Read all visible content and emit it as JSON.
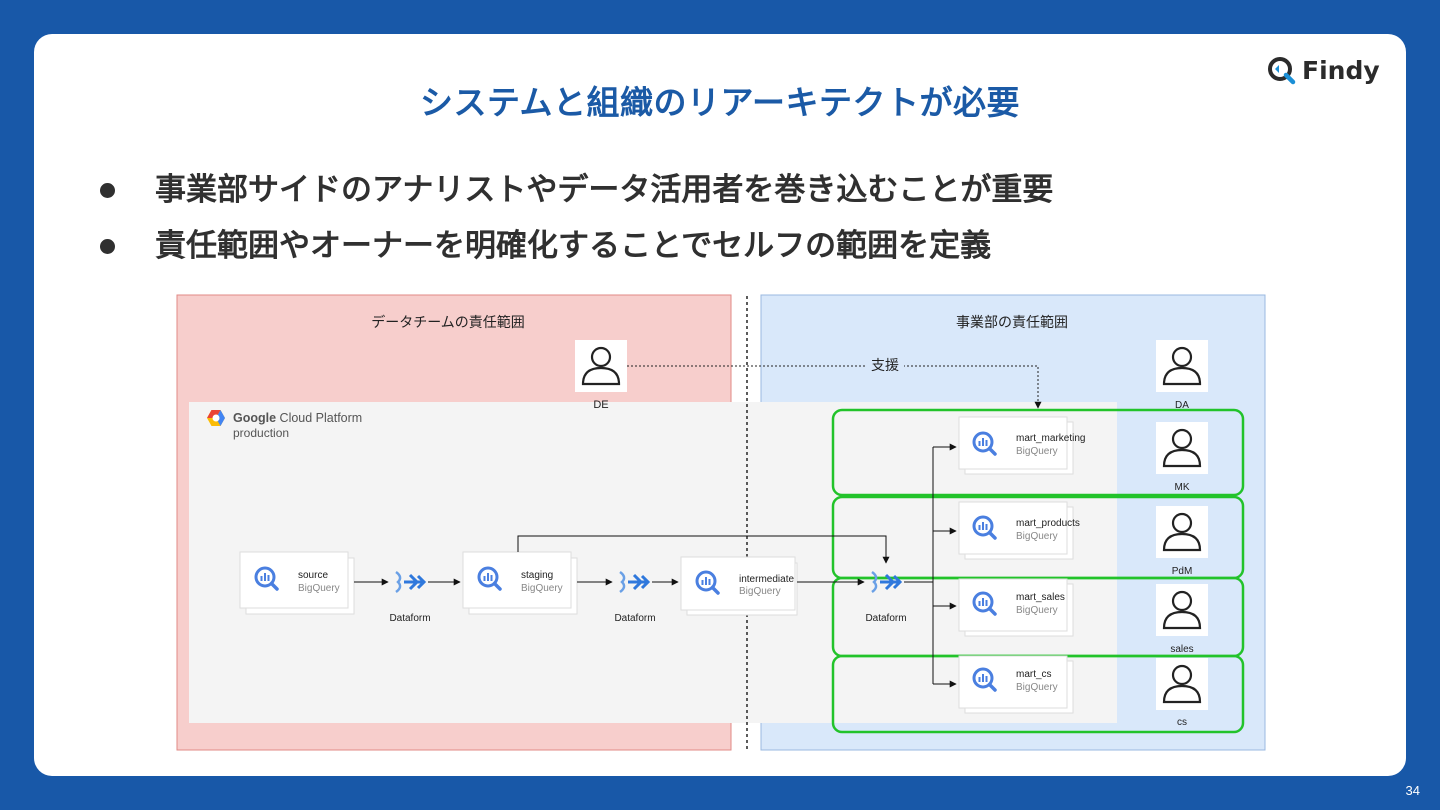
{
  "slide": {
    "title": "システムと組織のリアーキテクトが必要",
    "logo_text": "Findy",
    "page_number": "34",
    "bullets": [
      "事業部サイドのアナリストやデータ活用者を巻き込むことが重要",
      "責任範囲やオーナーを明確化することでセルフの範囲を定義"
    ]
  },
  "diagram": {
    "data_team_label": "データチームの責任範囲",
    "business_label": "事業部の責任範囲",
    "support_label": "支援",
    "gcp": {
      "name_bold": "Google",
      "name_rest": " Cloud Platform",
      "env": "production"
    },
    "de_label": "DE",
    "tables": [
      {
        "name": "source",
        "service": "BigQuery"
      },
      {
        "name": "staging",
        "service": "BigQuery"
      },
      {
        "name": "intermediate",
        "service": "BigQuery"
      },
      {
        "name": "mart_marketing",
        "service": "BigQuery"
      },
      {
        "name": "mart_products",
        "service": "BigQuery"
      },
      {
        "name": "mart_sales",
        "service": "BigQuery"
      },
      {
        "name": "mart_cs",
        "service": "BigQuery"
      }
    ],
    "transform_label": "Dataform",
    "roles": [
      "DA",
      "MK",
      "PdM",
      "sales",
      "cs"
    ]
  },
  "colors": {
    "background": "#1858a8",
    "title": "#1b5aa6",
    "data_team_zone": "#f7cecc",
    "business_zone": "#d9e8fa",
    "highlight": "#22c32a"
  }
}
